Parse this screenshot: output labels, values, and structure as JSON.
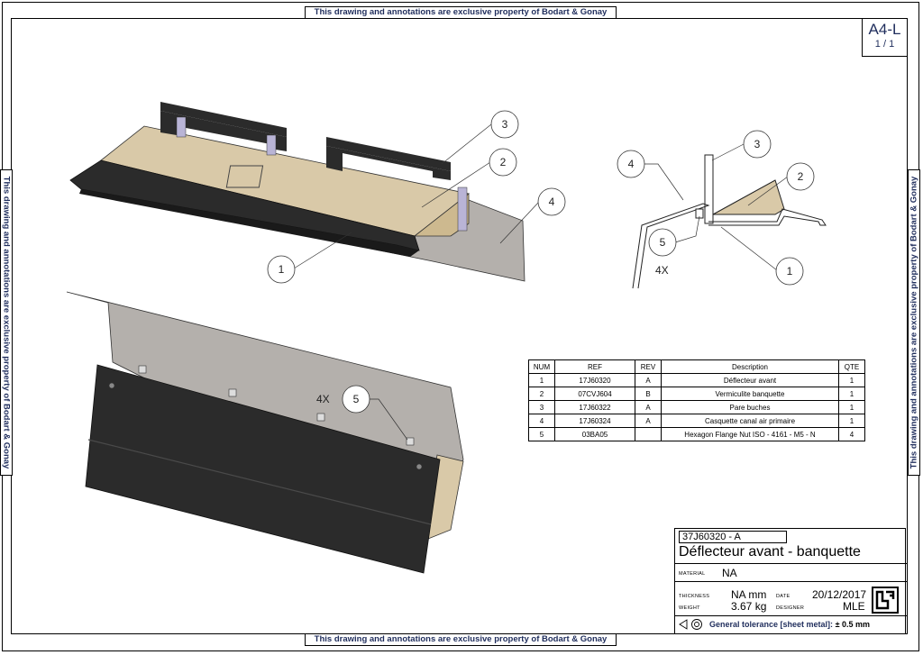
{
  "property_notice": "This drawing and annotations are exclusive property of Bodart & Gonay",
  "sheet": {
    "size": "A4-L",
    "page": "1 / 1"
  },
  "balloons": {
    "n1": "1",
    "n2": "2",
    "n3": "3",
    "n4": "4",
    "n5": "5"
  },
  "quantity_labels": {
    "side_view": "4X",
    "bottom_view": "4X"
  },
  "bom": {
    "headers": [
      "NUM",
      "REF",
      "REV",
      "Description",
      "QTE"
    ],
    "rows": [
      [
        "1",
        "17J60320",
        "A",
        "Déflecteur avant",
        "1"
      ],
      [
        "2",
        "07CVJ604",
        "B",
        "Vermiculite banquette",
        "1"
      ],
      [
        "3",
        "17J60322",
        "A",
        "Pare buches",
        "1"
      ],
      [
        "4",
        "17J60324",
        "A",
        "Casquette canal air primaire",
        "1"
      ],
      [
        "5",
        "03BA05",
        "",
        "Hexagon Flange Nut ISO - 4161 - M5 - N",
        "4"
      ]
    ]
  },
  "title_block": {
    "reference": "37J60320 - A",
    "title": "Déflecteur avant - banquette",
    "material_label": "MATERIAL",
    "material": "NA",
    "thickness_label": "THICKNESS",
    "thickness": "NA mm",
    "weight_label": "WEIGHT",
    "weight": "3.67 kg",
    "date_label": "DATE",
    "date": "20/12/2017",
    "designer_label": "DESIGNER",
    "designer": "MLE",
    "tolerance_label": "General tolerance [sheet metal]:",
    "tolerance_value": "± 0.5 mm"
  },
  "colors": {
    "notice_text": "#1f2d5c",
    "steel": "#2b2b2b",
    "vermiculite": "#d9c9a8",
    "sheet_metal": "#b4b0ac",
    "bracket": "#b9b4d6"
  }
}
